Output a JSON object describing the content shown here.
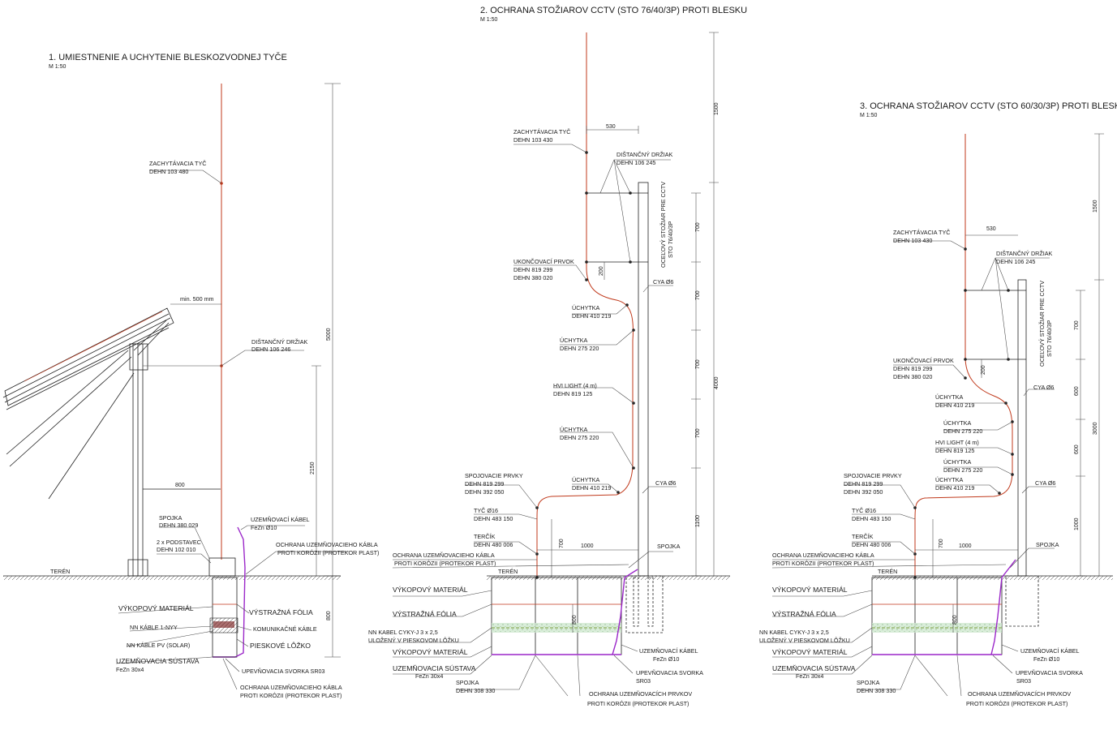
{
  "colors": {
    "rod": "#c0391b",
    "earthing_cable": "#9b27c9",
    "line": "#222222",
    "sand_bed": "#cfe8cf",
    "cable_layer": "#7a2020"
  },
  "section1": {
    "title": "1. UMIESTNENIE A UCHYTENIE BLESKOZVODNEJ TYČE",
    "scale": "M 1:50",
    "labels": {
      "rod_name": "ZACHYTÁVACIA TYČ",
      "rod_code": "DEHN 103 480",
      "min_dist": "min. 500 mm",
      "holder_name": "DIŠTANČNÝ DRŽIAK",
      "holder_code": "DEHN 106 246",
      "joint_name": "SPOJKA",
      "joint_code": "DEHN 380 029",
      "stand_name": "2 x PODSTAVEC",
      "stand_code": "DEHN 102 010",
      "cable_name": "UZEMŇOVACÍ KÁBEL",
      "cable_code": "FeZn Ø10",
      "protect_l1": "OCHRANA UZEMŇOVACIEHO KÁBLA",
      "protect_l2": "PROTI KORÓZII (PROTEKOR PLAST)",
      "terrain": "TERÉN",
      "excavation": "VÝKOPOVÝ MATERIÁL",
      "warning_foil": "VÝSTRAŽNÁ FÓLIA",
      "nn_cables": "NN KÁBLE 1-NYY",
      "comm_cables": "KOMUNIKAČNÉ KÁBLE",
      "pv_cables": "NN KÁBLE PV (SOLAR)",
      "sand_bed": "PIESKOVÉ LÔŽKO",
      "earthing_name": "UZEMŇOVACIA SÚSTAVA",
      "earthing_code": "FeZn 30x4",
      "clamp": "UPEVŇOVACIA SVORKA SR03",
      "protect2_l1": "OCHRANA UZEMŇOVACIEHO KÁBLA",
      "protect2_l2": "PROTI KORÓZII (PROTEKOR PLAST)"
    },
    "dims": {
      "height": "5000",
      "upper": "2150",
      "offset": "800",
      "depth": "800"
    }
  },
  "section2": {
    "title": "2. OCHRANA STOŽIAROV CCTV (STO 76/40/3P) PROTI BLESKU",
    "scale": "M 1:50",
    "labels": {
      "rod_name": "ZACHYTÁVACIA TYČ",
      "rod_code": "DEHN 103 430",
      "holder_name": "DIŠTANČNÝ DRŽIAK",
      "holder_code": "DEHN 106 245",
      "mast_l1": "OCEĽOVÝ STOŽIAR PRE CCTV",
      "mast_l2": "STO 76/40/3P",
      "end_name": "UKONČOVACÍ PRVOK",
      "end_code1": "DEHN 819 299",
      "end_code2": "DEHN 380 020",
      "cya_top": "CYA Ø6",
      "clip1_name": "ÚCHYTKA",
      "clip1_code": "DEHN 410 219",
      "clip2_name": "ÚCHYTKA",
      "clip2_code": "DEHN 275 220",
      "hvi_name": "HVI LIGHT (4 m)",
      "hvi_code": "DEHN 819 125",
      "clip3_name": "ÚCHYTKA",
      "clip3_code": "DEHN 275 220",
      "clip4_name": "ÚCHYTKA",
      "clip4_code": "DEHN 410 219",
      "conn_name": "SPOJOVACIE PRVKY",
      "conn_code1": "DEHN 819 299",
      "conn_code2": "DEHN 392 050",
      "cya_bot": "CYA Ø6",
      "rod16_name": "TYČ Ø16",
      "rod16_code": "DEHN 483 150",
      "target_name": "TERČÍK",
      "target_code": "DEHN 480 006",
      "protect_l1": "OCHRANA UZEMŇOVACIEHO KÁBLA",
      "protect_l2": "PROTI KORÓZII (PROTEKOR PLAST)",
      "joint": "SPOJKA",
      "terrain": "TERÉN",
      "excavation": "VÝKOPOVÝ MATERIÁL",
      "warning_foil": "VÝSTRAŽNÁ FÓLIA",
      "nn_l1": "NN KABEL CYKY-J 3 x 2,5",
      "nn_l2": "ULOŽENÝ V PIESKOVOM LÔŽKU",
      "excavation2": "VÝKOPOVÝ MATERIÁL",
      "earthing_name": "UZEMŇOVACIA SÚSTAVA",
      "earthing_code": "FeZn 30x4",
      "cable_name": "UZEMŇOVACÍ KÁBEL",
      "cable_code": "FeZn Ø10",
      "clamp_name": "UPEVŇOVACIA SVORKA",
      "clamp_code": "SR03",
      "joint2_name": "SPOJKA",
      "joint2_code": "DEHN 308 330",
      "protect2_l1": "OCHRANA UZEMŇOVACÍCH PRVKOV",
      "protect2_l2": "PROTI KORÓZII (PROTEKOR PLAST)"
    },
    "dims": {
      "d530": "530",
      "d200": "200",
      "d700": "700",
      "d1000": "1000",
      "d1500": "1500",
      "d4000": "4000",
      "d1100": "1100",
      "d800": "800",
      "v700a": "700",
      "v700b": "700",
      "v700c": "700",
      "v700d": "700"
    }
  },
  "section3": {
    "title": "3. OCHRANA STOŽIAROV CCTV (STO 60/30/3P) PROTI BLESKU",
    "scale": "M 1:50",
    "labels": {
      "rod_name": "ZACHYTÁVACIA TYČ",
      "rod_code": "DEHN 103 430",
      "holder_name": "DIŠTANČNÝ DRŽIAK",
      "holder_code": "DEHN 106 245",
      "mast_l1": "OCEĽOVÝ STOŽIAR PRE CCTV",
      "mast_l2": "STO 76/40/3P",
      "end_name": "UKONČOVACÍ PRVOK",
      "end_code1": "DEHN 819 299",
      "end_code2": "DEHN 380 020",
      "cya_top": "CYA Ø6",
      "clip1_name": "ÚCHYTKA",
      "clip1_code": "DEHN 410 219",
      "clip2_name": "ÚCHYTKA",
      "clip2_code": "DEHN 275 220",
      "hvi_name": "HVI LIGHT (4 m)",
      "hvi_code": "DEHN 819 125",
      "clip3_name": "ÚCHYTKA",
      "clip3_code": "DEHN 275 220",
      "clip4_name": "ÚCHYTKA",
      "clip4_code": "DEHN 410 219",
      "conn_name": "SPOJOVACIE PRVKY",
      "conn_code1": "DEHN 819 299",
      "conn_code2": "DEHN 392 050",
      "cya_bot": "CYA Ø6",
      "rod16_name": "TYČ Ø16",
      "rod16_code": "DEHN 483 150",
      "target_name": "TERČÍK",
      "target_code": "DEHN 480 006",
      "protect_l1": "OCHRANA UZEMŇOVACIEHO KÁBLA",
      "protect_l2": "PROTI KORÓZII (PROTEKOR PLAST)",
      "joint": "SPOJKA",
      "terrain": "TERÉN",
      "excavation": "VÝKOPOVÝ MATERIÁL",
      "warning_foil": "VÝSTRAŽNÁ FÓLIA",
      "nn_l1": "NN KABEL CYKY-J 3 x 2,5",
      "nn_l2": "ULOŽENÝ V PIESKOVOM LÔŽKU",
      "excavation2": "VÝKOPOVÝ MATERIÁL",
      "earthing_name": "UZEMŇOVACIA SÚSTAVA",
      "earthing_code": "FeZn 30x4",
      "cable_name": "UZEMŇOVACÍ KÁBEL",
      "cable_code": "FeZn Ø10",
      "clamp_name": "UPEVŇOVACIA SVORKA",
      "clamp_code": "SR03",
      "joint2_name": "SPOJKA",
      "joint2_code": "DEHN 308 330",
      "protect2_l1": "OCHRANA UZEMŇOVACÍCH PRVKOV",
      "protect2_l2": "PROTI KORÓZII (PROTEKOR PLAST)"
    },
    "dims": {
      "d530": "530",
      "d200": "200",
      "d700": "700",
      "d1000": "1000",
      "d1500": "1500",
      "d3000": "3000",
      "d1100": "1000",
      "d800": "800",
      "v700": "700",
      "v600a": "600",
      "v600b": "600"
    }
  }
}
